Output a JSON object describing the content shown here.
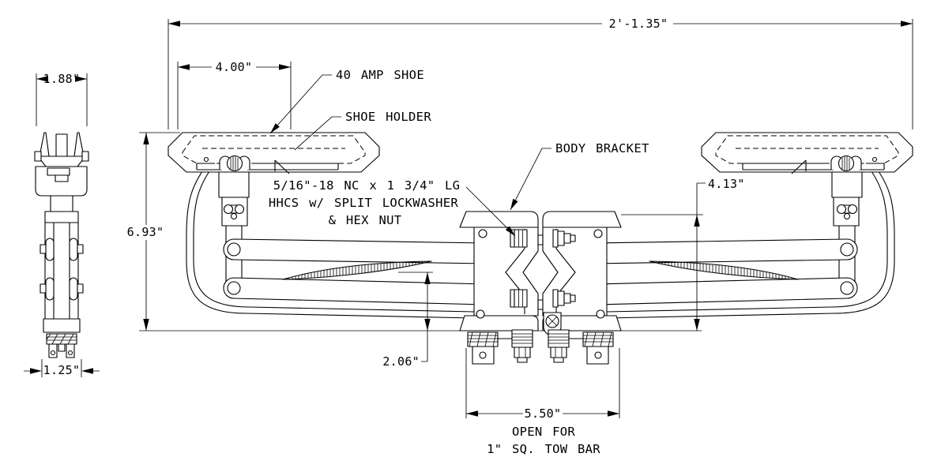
{
  "drawing": {
    "background": "#ffffff",
    "line_color": "#000000",
    "labels": {
      "shoe": "40 AMP SHOE",
      "shoe_holder": "SHOE HOLDER",
      "body_bracket": "BODY BRACKET",
      "fastener_note_1": "5/16\"-18 NC x 1 3/4\" LG",
      "fastener_note_2": "HHCS w/ SPLIT LOCKWASHER",
      "fastener_note_3": "& HEX NUT",
      "opening_note_1": "OPEN FOR",
      "opening_note_2": "1\" SQ. TOW BAR"
    },
    "dimensions": {
      "overall_width": "2'-1.35\"",
      "shoe_contact_width": "4.00\"",
      "end_view_top_width": "1.88\"",
      "overall_height": "6.93\"",
      "linkage_height": "4.13\"",
      "collapsed_height": "2.06\"",
      "end_view_base_width": "1.25\"",
      "tow_bar_opening_width": "5.50\""
    }
  }
}
